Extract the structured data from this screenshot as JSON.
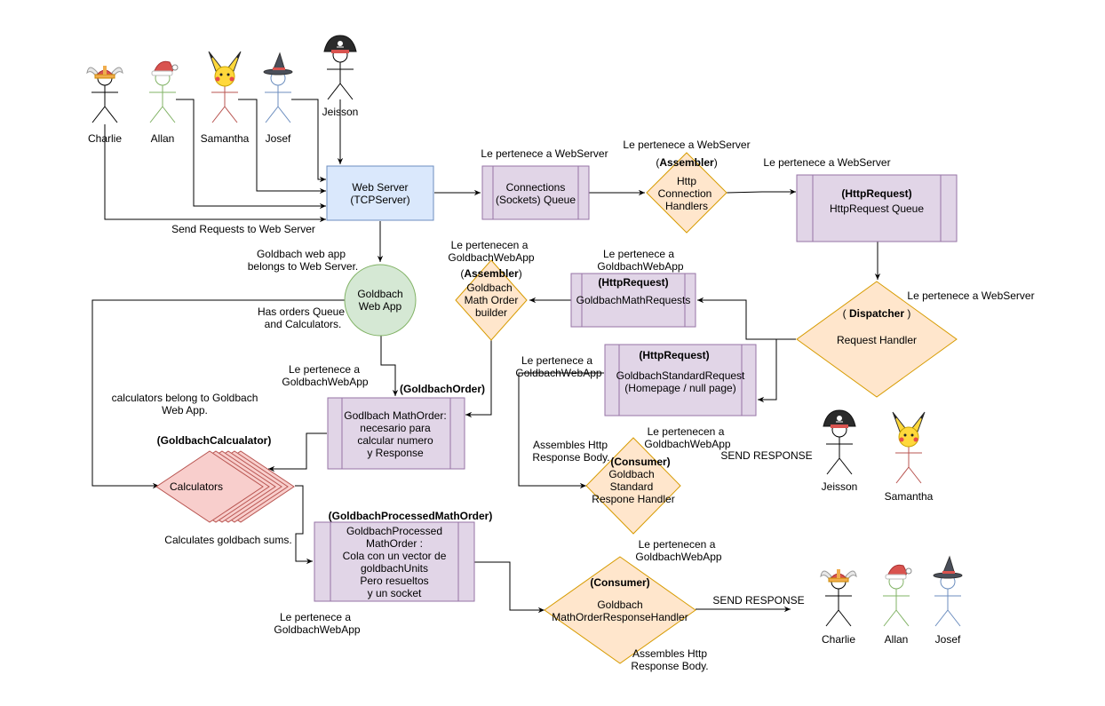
{
  "colors": {
    "blue_fill": "#dae8fc",
    "blue_stroke": "#6c8ebf",
    "purple_fill": "#e1d5e7",
    "purple_stroke": "#9673a6",
    "orange_fill": "#ffe6cc",
    "orange_stroke": "#d79b00",
    "green_fill": "#d5e8d4",
    "green_stroke": "#82b366",
    "red_fill": "#f8cecc",
    "red_stroke": "#b85450"
  },
  "actors_top": {
    "charlie": "Charlie",
    "allan": "Allan",
    "samantha": "Samantha",
    "josef": "Josef",
    "jeisson": "Jeisson"
  },
  "actors_mid": {
    "jeisson": "Jeisson",
    "samantha": "Samantha"
  },
  "actors_bottom": {
    "charlie": "Charlie",
    "allan": "Allan",
    "josef": "Josef"
  },
  "nodes": {
    "web_server": [
      "Web Server",
      "(TCPServer)"
    ],
    "connections_queue": [
      "Connections",
      "(Sockets) Queue"
    ],
    "http_connection_handlers": [
      "Http",
      "Connection",
      "Handlers"
    ],
    "http_request_queue": {
      "tag": "(HttpRequest)",
      "label": "HttpRequest Queue"
    },
    "request_handler": {
      "tag": "Dispatcher",
      "open": "( ",
      "close": " )",
      "label": "Request Handler"
    },
    "goldbach_math_requests": {
      "tag": "(HttpRequest)",
      "label": "GoldbachMathRequests"
    },
    "goldbach_standard_request": {
      "tag": "(HttpRequest)",
      "label": [
        "GoldbachStandardRequest",
        "(Homepage / null page)"
      ]
    },
    "goldbach_web_app": [
      "Goldbach",
      "Web App"
    ],
    "math_order_builder": {
      "tag": "Assembler",
      "label": [
        "Goldbach",
        "Math Order",
        "builder"
      ]
    },
    "math_order": {
      "tag": "(GoldbachOrder)",
      "label": [
        "Godlbach MathOrder:",
        "necesario para",
        "calcular numero",
        "y Response"
      ]
    },
    "calculators": {
      "tag": "(GoldbachCalcualator)",
      "label": "Calculators"
    },
    "standard_response_handler": {
      "tag": "(Consumer)",
      "label": [
        "Goldbach",
        "Standard",
        "Respone Handler"
      ]
    },
    "processed_math_order": {
      "tag": "(GoldbachProcessedMathOrder)",
      "label": [
        "GoldbachProcessed",
        "MathOrder :",
        "Cola con un vector de",
        "goldbachUnits",
        "Pero resueltos",
        "y un socket"
      ]
    },
    "math_order_response_handler": {
      "tag": "(Consumer)",
      "label": [
        "Goldbach",
        "MathOrderResponseHandler"
      ]
    }
  },
  "annotations": {
    "send_requests": "Send Requests to Web Server",
    "conn_belongs": "Le pertenece a WebServer",
    "handlers_belongs": "Le pertenece a WebServer",
    "assembler_open": "(",
    "assembler_tag": "Assembler",
    "assembler_close": ")",
    "queue_belongs": "Le pertenece a WebServer",
    "dispatcher_belongs": "Le pertenece a WebServer",
    "webapp_belongs": [
      "Goldbach web app",
      "belongs to Web Server."
    ],
    "builder_belongs": [
      "Le pertenecen a",
      "GoldbachWebApp"
    ],
    "mathreq_belongs": [
      "Le pertenece a",
      "GoldbachWebApp"
    ],
    "has_orders": [
      "Has orders Queue",
      "and Calculators."
    ],
    "order_belongs": [
      "Le pertenece a",
      "GoldbachWebApp"
    ],
    "stdreq_belongs": [
      "Le pertenece a",
      "GoldbachWebApp"
    ],
    "calcs_belong": [
      "calculators belong to Goldbach",
      "Web App."
    ],
    "std_handler_belongs": [
      "Le pertenecen a",
      "GoldbachWebApp"
    ],
    "assembles_1": [
      "Assembles Http",
      "Response Body."
    ],
    "send_response_1": "SEND RESPONSE",
    "calculates": "Calculates goldbach sums.",
    "mo_handler_belongs": [
      "Le pertenecen a",
      "GoldbachWebApp"
    ],
    "processed_belongs": [
      "Le pertenece a",
      "GoldbachWebApp"
    ],
    "send_response_2": "SEND RESPONSE",
    "assembles_2": [
      "Assembles Http",
      "Response Body."
    ]
  }
}
